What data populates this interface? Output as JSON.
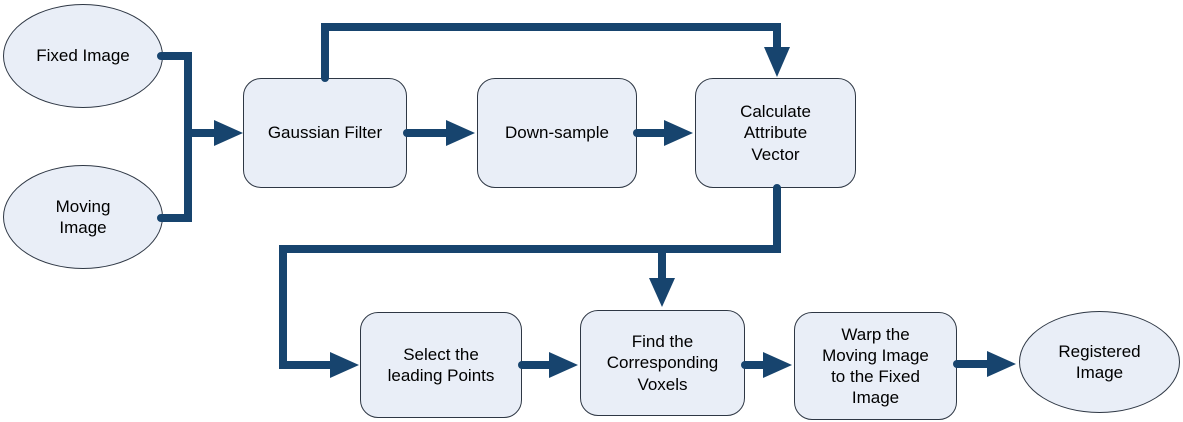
{
  "diagram": {
    "colors": {
      "arrow": "#17446E",
      "node_fill": "#E9EEF7",
      "node_border": "#2E3744",
      "text": "#000000"
    },
    "nodes": {
      "fixed_image": {
        "shape": "ellipse",
        "label": "Fixed Image"
      },
      "moving_image": {
        "shape": "ellipse",
        "label": "Moving\nImage"
      },
      "gaussian_filter": {
        "shape": "rounded-rect",
        "label": "Gaussian Filter"
      },
      "down_sample": {
        "shape": "rounded-rect",
        "label": "Down-sample"
      },
      "calculate_attribute_vector": {
        "shape": "rounded-rect",
        "label": "Calculate\nAttribute\nVector"
      },
      "select_leading_points": {
        "shape": "rounded-rect",
        "label": "Select the\nleading Points"
      },
      "find_corresponding_voxels": {
        "shape": "rounded-rect",
        "label": "Find the\nCorresponding\nVoxels"
      },
      "warp_moving_image": {
        "shape": "rounded-rect",
        "label": "Warp the\nMoving Image\nto the Fixed\nImage"
      },
      "registered_image": {
        "shape": "ellipse",
        "label": "Registered\nImage"
      }
    },
    "edges": [
      "fixed_image+moving_image -> gaussian_filter",
      "gaussian_filter -> down_sample",
      "down_sample -> calculate_attribute_vector",
      "gaussian_filter -> calculate_attribute_vector (feedback loop over top)",
      "calculate_attribute_vector -> select_leading_points",
      "calculate_attribute_vector -> find_corresponding_voxels",
      "select_leading_points -> find_corresponding_voxels",
      "find_corresponding_voxels -> warp_moving_image",
      "warp_moving_image -> registered_image"
    ]
  }
}
